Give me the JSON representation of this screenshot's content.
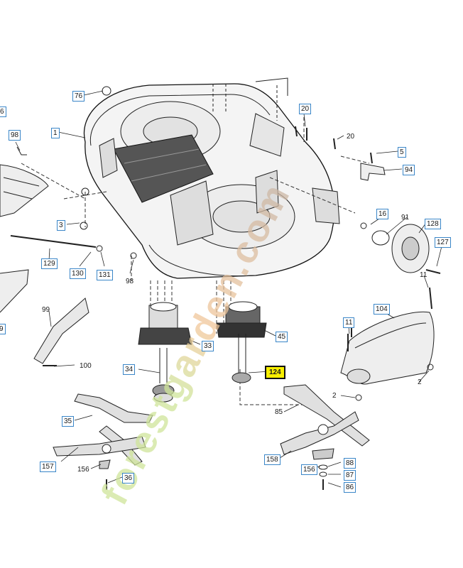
{
  "watermark": {
    "text": "forestgarden.com",
    "colors": {
      "start": "#cfe59a",
      "middle": "#f2c79a",
      "end": "#cbb7a6"
    }
  },
  "highlight_color": "#f7ee00",
  "box_color": "#3a86c8",
  "callouts": {
    "c76": "76",
    "c1": "1",
    "c98a": "98",
    "c6": "6",
    "c3": "3",
    "c129": "129",
    "c130": "130",
    "c131": "131",
    "c98b": "98",
    "c99": "99",
    "c9": "9",
    "c100": "100",
    "c34": "34",
    "c33": "33",
    "c35": "35",
    "c157": "157",
    "c156a": "156",
    "c36": "36",
    "c45": "45",
    "c124": "124",
    "c20a": "20",
    "c20b": "20",
    "c5": "5",
    "c94": "94",
    "c16": "16",
    "c91": "91",
    "c128": "128",
    "c127": "127",
    "c11a": "11",
    "c11b": "11",
    "c104": "104",
    "c2a": "2",
    "c2b": "2",
    "c85": "85",
    "c158": "158",
    "c156b": "156",
    "c88": "88",
    "c87": "87",
    "c86": "86"
  }
}
